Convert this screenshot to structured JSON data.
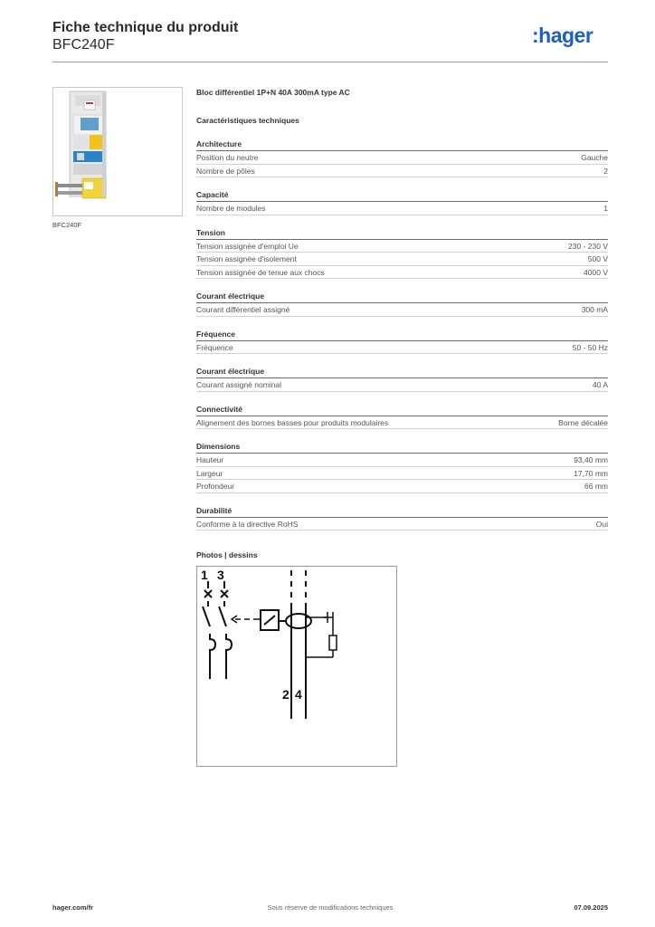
{
  "header": {
    "title": "Fiche technique du produit",
    "reference": "BFC240F",
    "logo_text": ":hager",
    "logo_color": "#1d5fbf"
  },
  "photo": {
    "caption": "BFC240F"
  },
  "product": {
    "name": "Bloc différentiel 1P+N 40A 300mA type AC",
    "section_title": "Caractéristiques techniques"
  },
  "specs": [
    {
      "title": "Architecture",
      "rows": [
        {
          "label": "Position du neutre",
          "value": "Gauche"
        },
        {
          "label": "Nombre de pôles",
          "value": "2"
        }
      ]
    },
    {
      "title": "Capacité",
      "rows": [
        {
          "label": "Nombre de modules",
          "value": "1"
        }
      ]
    },
    {
      "title": "Tension",
      "rows": [
        {
          "label": "Tension assignée d'emploi Ue",
          "value": "230 - 230 V"
        },
        {
          "label": "Tension assignée d'isolement",
          "value": "500 V"
        },
        {
          "label": "Tension assignée de tenue aux chocs",
          "value": "4000 V"
        }
      ]
    },
    {
      "title": "Courant électrique",
      "rows": [
        {
          "label": "Courant différentiel assigné",
          "value": "300 mA"
        }
      ]
    },
    {
      "title": "Fréquence",
      "rows": [
        {
          "label": "Fréquence",
          "value": "50 - 50 Hz"
        }
      ]
    },
    {
      "title": "Courant électrique",
      "rows": [
        {
          "label": "Courant assigné nominal",
          "value": "40 A"
        }
      ]
    },
    {
      "title": "Connectivité",
      "rows": [
        {
          "label": "Alignement des bornes basses pour produits modulaires",
          "value": "Borne décalée"
        }
      ]
    },
    {
      "title": "Dimensions",
      "rows": [
        {
          "label": "Hauteur",
          "value": "93,40 mm"
        },
        {
          "label": "Largeur",
          "value": "17,70 mm"
        },
        {
          "label": "Profondeur",
          "value": "66 mm"
        }
      ]
    },
    {
      "title": "Durabilité",
      "rows": [
        {
          "label": "Conforme à la directive RoHS",
          "value": "Oui"
        }
      ]
    }
  ],
  "drawings": {
    "title": "Photos | dessins",
    "terminal_top_1": "1",
    "terminal_top_3": "3",
    "terminal_bottom_2": "2",
    "terminal_bottom_4": "4"
  },
  "footer": {
    "website": "hager.com/fr",
    "disclaimer": "Sous réserve de modifications techniques",
    "date": "07.09.2025"
  }
}
